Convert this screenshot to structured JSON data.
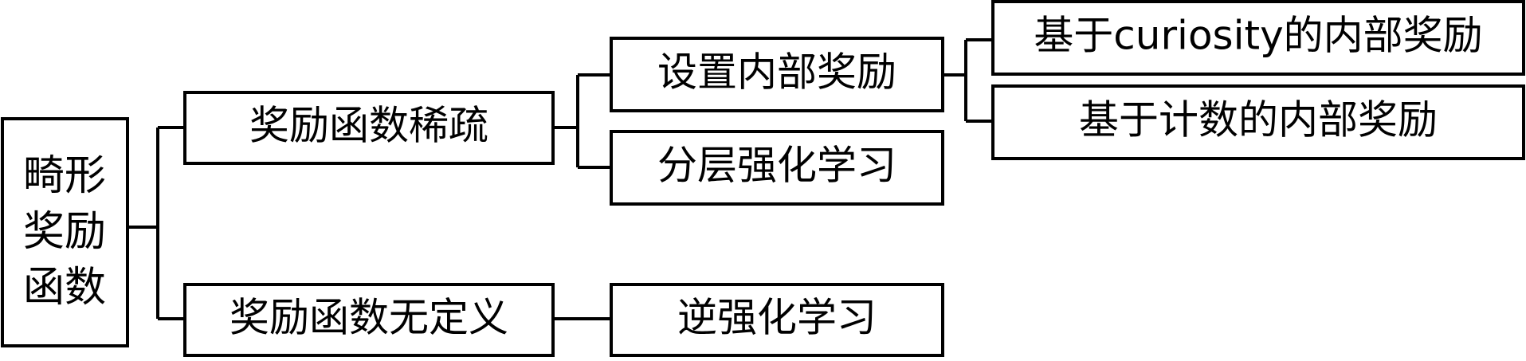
{
  "diagram": {
    "root": {
      "lines": [
        "畸形",
        "奖励",
        "函数"
      ]
    },
    "level1": {
      "sparse": "奖励函数稀疏",
      "undefined": "奖励函数无定义"
    },
    "level2": {
      "intrinsic": "设置内部奖励",
      "hierarchical": "分层强化学习",
      "inverse": "逆强化学习"
    },
    "level3": {
      "curiosity": "基于curiosity的内部奖励",
      "count": "基于计数的内部奖励"
    }
  }
}
